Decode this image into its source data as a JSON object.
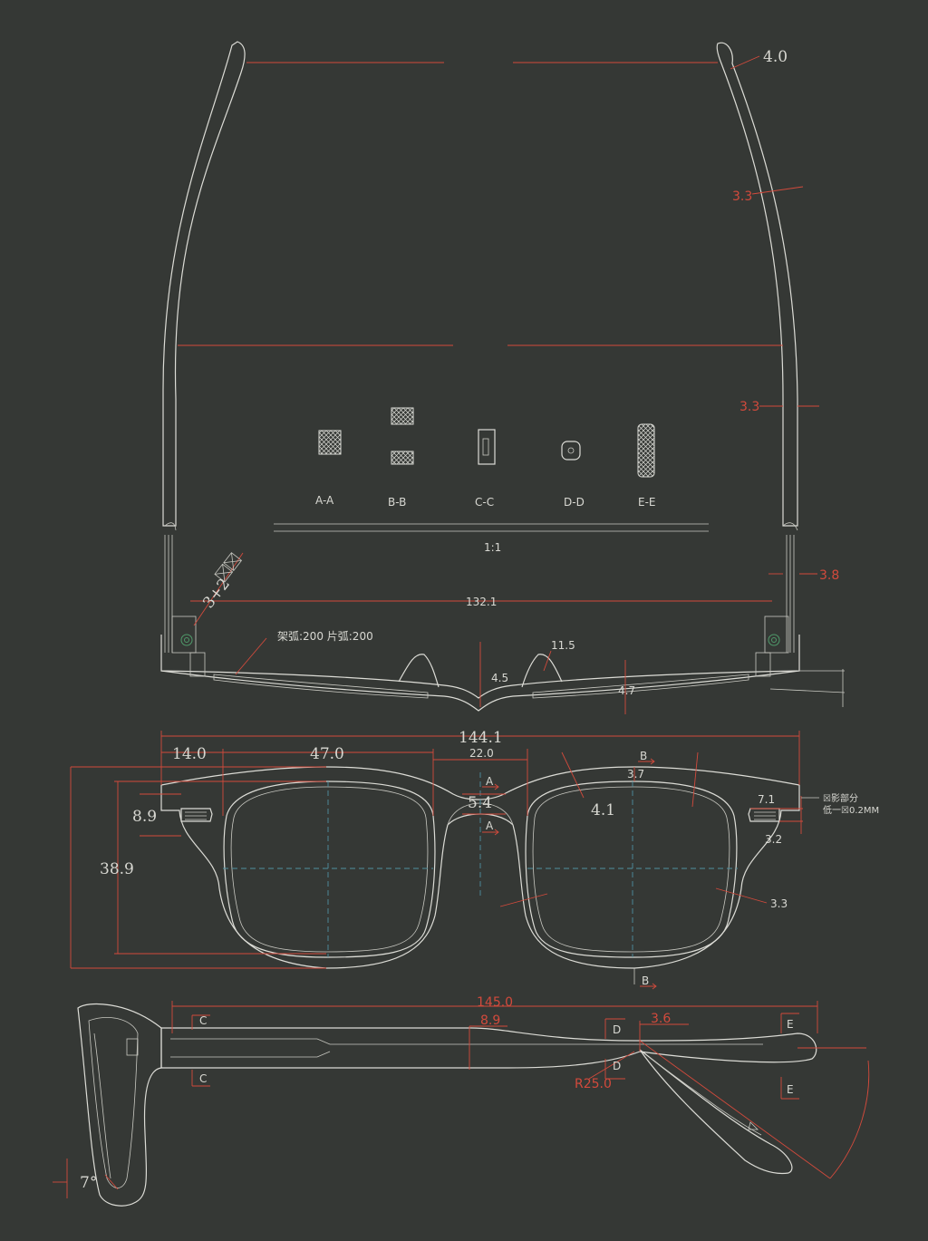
{
  "top_view": {
    "temple_thickness_tip": "4.0",
    "temple_thickness_mid": "3.3",
    "temple_thickness_low": "3.3",
    "temple_thickness_hinge": "3.8",
    "hinge_screw_note": "3+2",
    "inner_width": "132.1",
    "curvature_note": "架弧:200  片弧:200",
    "nosepad_height": "11.5",
    "bridge_depth": "4.5",
    "rim_depth": "4.7",
    "scale": "1:1"
  },
  "sections": [
    {
      "label": "A-A"
    },
    {
      "label": "B-B"
    },
    {
      "label": "C-C"
    },
    {
      "label": "D-D"
    },
    {
      "label": "E-E"
    }
  ],
  "front_view": {
    "total_width": "144.1",
    "end_piece_width": "14.0",
    "lens_width": "47.0",
    "bridge_width": "22.0",
    "lens_height": "38.9",
    "hinge_block_height": "8.9",
    "bridge_height": "5.4",
    "rim_width_top": "3.7",
    "rim_width_side": "4.1",
    "end_piece_depth": "7.1",
    "end_piece_offset": "3.2",
    "rim_width_bottom": "3.3",
    "section_a_label": "A",
    "section_b_label": "B",
    "note_line1": "☒影部分",
    "note_line2": "低一☒0.2MM"
  },
  "side_view": {
    "temple_length": "145.0",
    "temple_height": "8.9",
    "tip_thickness": "3.6",
    "bend_radius": "R25.0",
    "pantoscopic_angle": "7°",
    "section_c_label": "C",
    "section_d_label": "D",
    "section_e_label": "E"
  },
  "colors": {
    "background": "#353835",
    "outline": "#dcdcd6",
    "dimension": "#d24a3c",
    "centerline": "#4f8fa0"
  }
}
